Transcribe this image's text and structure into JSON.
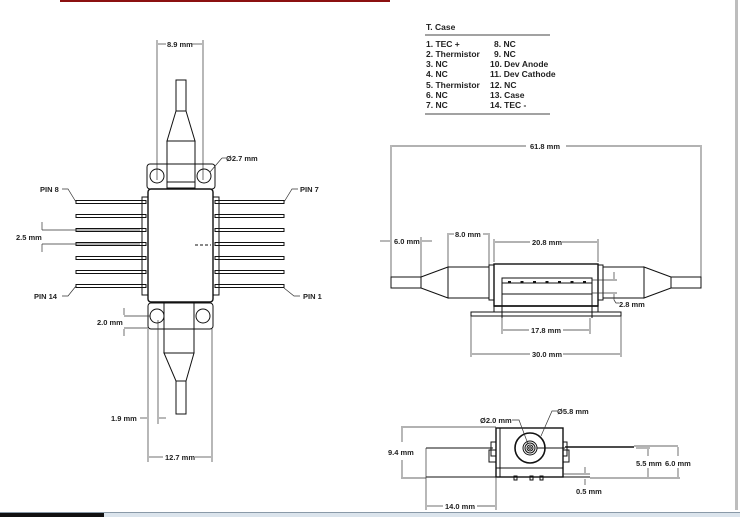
{
  "colors": {
    "header_rule": "#8b1010",
    "line": "#111111",
    "text": "#222222"
  },
  "pinout_table": {
    "title": "T. Case",
    "left_column": [
      "1. TEC +",
      "2. Thermistor",
      "3. NC",
      "4. NC",
      "5. Thermistor",
      "6. NC",
      "7. NC"
    ],
    "right_column": [
      "8. NC",
      "9. NC",
      "10. Dev Anode",
      "11. Dev Cathode",
      "12. NC",
      "13. Case",
      "14. TEC -"
    ]
  },
  "top_view": {
    "width_top": "8.9 mm",
    "hole_diameter": "Ø2.7 mm",
    "pin8_label": "PIN 8",
    "pin7_label": "PIN 7",
    "pin14_label": "PIN 14",
    "pin1_label": "PIN 1",
    "pin_pitch": "2.5 mm",
    "hole_offset_vertical": "2.0 mm",
    "hole_offset_horizontal": "1.9 mm",
    "overall_width": "12.7 mm"
  },
  "side_view": {
    "overall_length": "61.8 mm",
    "fiber_boot_length": "6.0 mm",
    "taper_length": "8.0 mm",
    "body_length": "20.8 mm",
    "pin_height": "2.8 mm",
    "inner_length": "17.8 mm",
    "flange_length": "30.0 mm"
  },
  "end_view": {
    "fiber_diameter": "Ø2.0 mm",
    "boot_diameter": "Ø5.8 mm",
    "height": "9.4 mm",
    "fiber_height": "5.5 mm",
    "axis_height": "6.0 mm",
    "base_offset": "0.5 mm",
    "flange_extension": "14.0 mm"
  }
}
